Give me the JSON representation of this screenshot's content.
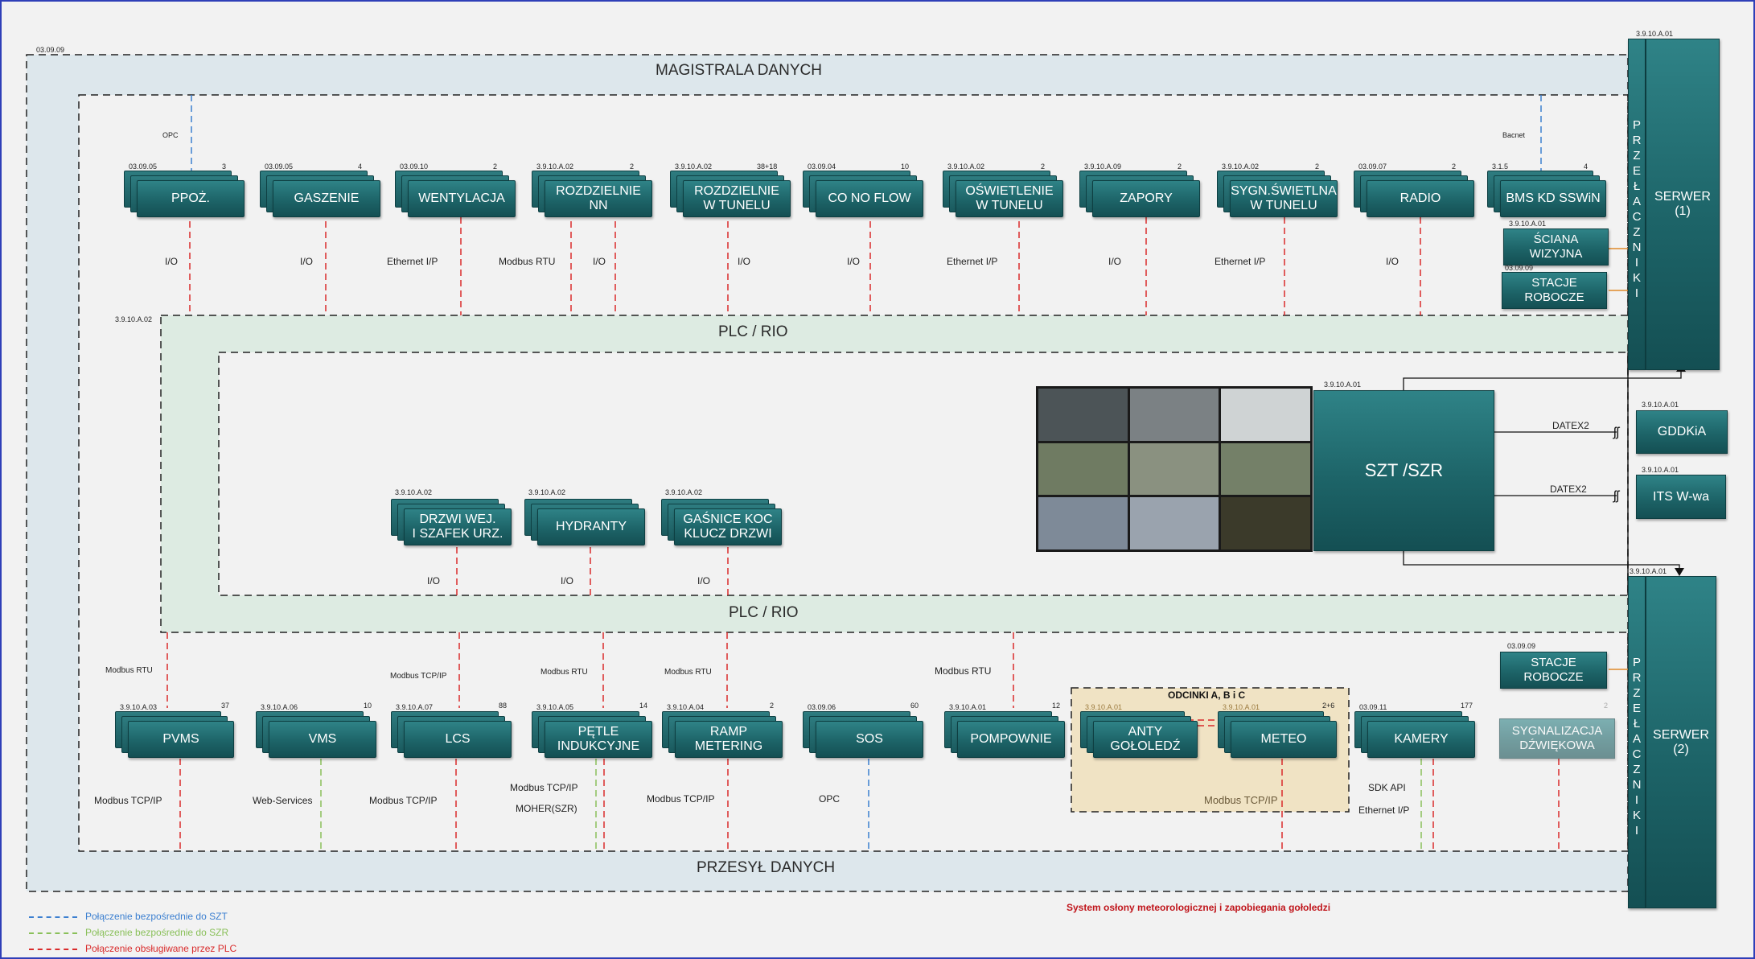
{
  "title": "System osłony meteorologicznej i zapobiegania gołoledzi",
  "bands": {
    "magistrala": "MAGISTRALA DANYCH",
    "plc_top": "PLC / RIO",
    "plc_bottom": "PLC / RIO",
    "przesyl": "PRZESYŁ DANYCH"
  },
  "codes": {
    "outer": "03.09.09",
    "plc": "3.9.10.A.02",
    "server1": "3.9.10.A.01",
    "server2": "3.9.10.A.01",
    "szt": "3.9.10.A.01",
    "gddkia": "3.9.10.A.01",
    "its": "3.9.10.A.01",
    "stacje1": "03.09.09",
    "stacje2": "03.09.09",
    "sciana": "3.9.10.A.01"
  },
  "top_note_left": "OPC",
  "top_note_right": "Bacnet",
  "top_row": [
    {
      "label": "PPOŻ.",
      "code": "03.09.05",
      "count": "3",
      "protocol": "I/O"
    },
    {
      "label": "GASZENIE",
      "code": "03.09.05",
      "count": "4",
      "protocol": "I/O"
    },
    {
      "label": "WENTYLACJA",
      "code": "03.09.10",
      "count": "2",
      "protocol": "Ethernet I/P"
    },
    {
      "label": "ROZDZIELNIE\nNN",
      "code": "3.9.10.A.02",
      "count": "2",
      "protocol": "Modbus RTU",
      "protocol2": "I/O"
    },
    {
      "label": "ROZDZIELNIE\nW TUNELU",
      "code": "3.9.10.A.02",
      "count": "38+18",
      "protocol": "I/O"
    },
    {
      "label": "CO NO FLOW",
      "code": "03.09.04",
      "count": "10",
      "protocol": "I/O"
    },
    {
      "label": "OŚWIETLENIE\nW TUNELU",
      "code": "3.9.10.A.02",
      "count": "2",
      "protocol": "Ethernet I/P"
    },
    {
      "label": "ZAPORY",
      "code": "3.9.10.A.09",
      "count": "2",
      "protocol": "I/O"
    },
    {
      "label": "SYGN.ŚWIETLNA\nW TUNELU",
      "code": "3.9.10.A.02",
      "count": "2",
      "protocol": "Ethernet I/P"
    },
    {
      "label": "RADIO",
      "code": "03.09.07",
      "count": "2",
      "protocol": "I/O"
    },
    {
      "label": "BMS KD SSWiN",
      "code": "3.1.5",
      "count": "4",
      "protocol": ""
    }
  ],
  "right_top": {
    "sciana": "ŚCIANA\nWIZYJNA",
    "stacje": "STACJE\nROBOCZE",
    "przelaczniki": "P\nR\nZ\nE\nŁ\nA\nC\nZ\nN\nI\nK\nI",
    "serwer": "SERWER\n(1)"
  },
  "middle_row": [
    {
      "label": "DRZWI WEJ.\nI SZAFEK URZ.",
      "code": "3.9.10.A.02",
      "protocol": "I/O"
    },
    {
      "label": "HYDRANTY",
      "code": "3.9.10.A.02",
      "protocol": "I/O"
    },
    {
      "label": "GAŚNICE KOC\nKLUCZ DRZWI",
      "code": "3.9.10.A.02",
      "protocol": "I/O"
    }
  ],
  "szt": {
    "label": "SZT /SZR",
    "links": [
      {
        "protocol": "DATEX2",
        "target": "GDDKiA"
      },
      {
        "protocol": "DATEX2",
        "target": "ITS W-wa"
      }
    ]
  },
  "bottom_row": [
    {
      "label": "PVMS",
      "code": "3.9.10.A.03",
      "count": "37",
      "upper": "Modbus RTU",
      "lower": "Modbus TCP/IP"
    },
    {
      "label": "VMS",
      "code": "3.9.10.A.06",
      "count": "10",
      "upper": "",
      "lower": "Web-Services"
    },
    {
      "label": "LCS",
      "code": "3.9.10.A.07",
      "count": "88",
      "upper": "Modbus TCP/IP",
      "lower": "Modbus TCP/IP"
    },
    {
      "label": "PĘTLE\nINDUKCYJNE",
      "code": "3.9.10.A.05",
      "count": "14",
      "upper": "Modbus RTU",
      "lower": "Modbus TCP/IP",
      "lower2": "MOHER(SZR)"
    },
    {
      "label": "RAMP\nMETERING",
      "code": "3.9.10.A.04",
      "count": "2",
      "upper": "Modbus RTU",
      "lower": "Modbus TCP/IP"
    },
    {
      "label": "SOS",
      "code": "03.09.06",
      "count": "60",
      "upper": "",
      "lower": "OPC"
    },
    {
      "label": "POMPOWNIE",
      "code": "3.9.10.A.01",
      "count": "12",
      "upper": "Modbus RTU",
      "lower": ""
    },
    {
      "label": "ANTY\nGOŁOLEDŹ",
      "code": "3.9.10.A.01",
      "count": "",
      "upper": "",
      "lower": ""
    },
    {
      "label": "METEO",
      "code": "3.9.10.A.01",
      "count": "2+6",
      "upper": "",
      "lower": ""
    },
    {
      "label": "KAMERY",
      "code": "03.09.11",
      "count": "177",
      "upper": "",
      "lower": "SDK API",
      "lower2": "Ethernet I/P"
    },
    {
      "label": "SYGNALIZACJA\nDŹWIĘKOWA",
      "code": "",
      "count": "2",
      "upper": "",
      "lower": ""
    }
  ],
  "odcinki": {
    "title": "ODCINKI A, B i C",
    "protocol": "Modbus TCP/IP"
  },
  "right_bottom": {
    "stacje": "STACJE\nROBOCZE",
    "przelaczniki": "P\nR\nZ\nE\nŁ\nA\nC\nZ\nN\nI\nK\nI",
    "serwer": "SERWER\n(2)"
  },
  "legend": [
    {
      "text": "Połączenie bezpośrednie do SZT",
      "color": "#3b7fd0"
    },
    {
      "text": "Połączenie bezpośrednie do SZR",
      "color": "#8ac05a"
    },
    {
      "text": "Połączenie obsługiwane przez PLC",
      "color": "#d92b2b"
    }
  ],
  "colors": {
    "plc_line": "#d92b2b",
    "szt_line": "#3b7fd0",
    "szr_line": "#8ac05a",
    "box": "#1d6468",
    "band": "#dce6ea",
    "plc_band": "#dcebe2"
  }
}
